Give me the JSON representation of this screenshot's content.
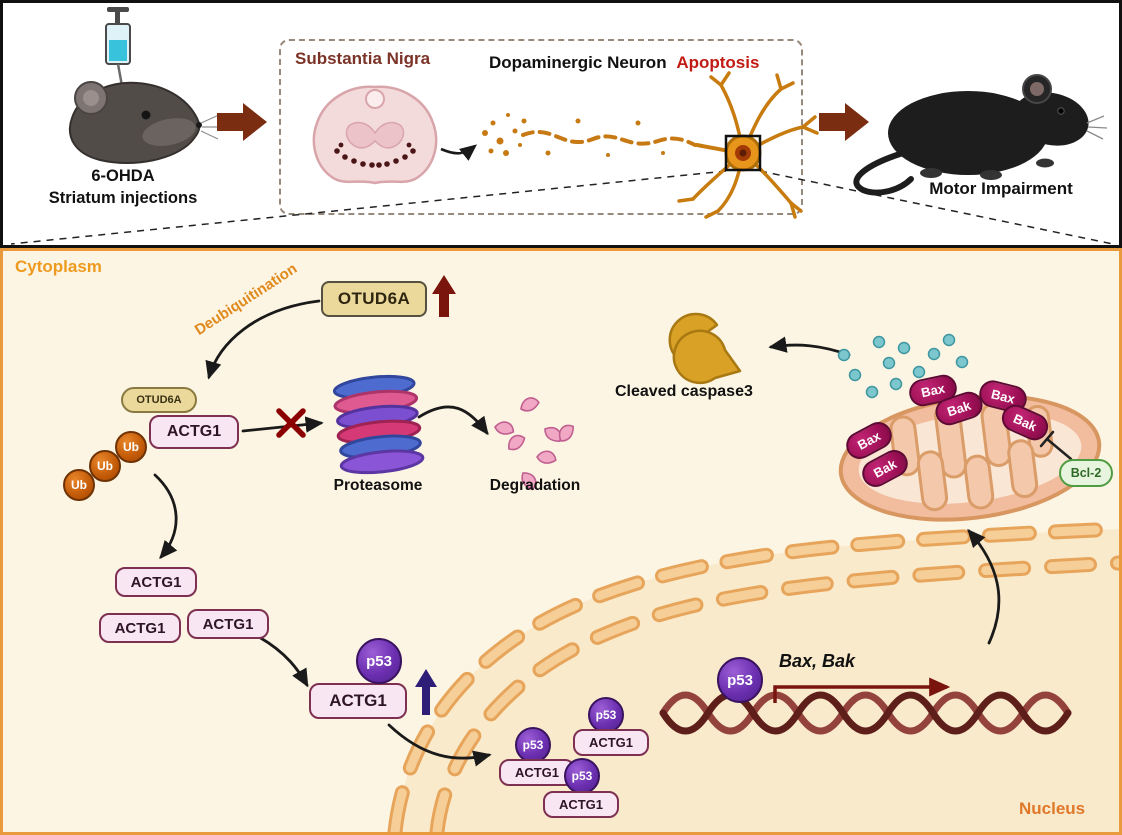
{
  "top_panel": {
    "injection_line1": "6-OHDA",
    "injection_line2": "Striatum injections",
    "substantia_nigra": "Substantia Nigra",
    "neuron": "Dopaminergic Neuron",
    "apoptosis": "Apoptosis",
    "motor": "Motor Impairment"
  },
  "pathway": {
    "cytoplasm": "Cytoplasm",
    "otud6a": "OTUD6A",
    "deubiquitination": "Deubiquitination",
    "actg1": "ACTG1",
    "ub": "Ub",
    "proteasome": "Proteasome",
    "degradation": "Degradation",
    "p53": "p53",
    "caspase3": "Cleaved caspase3",
    "bax": "Bax",
    "bak": "Bak",
    "bcl2": "Bcl-2",
    "gene": "Bax,  Bak",
    "nucleus": "Nucleus"
  },
  "icons": {
    "syringe-icon": "vertical syringe with blue liquid",
    "injection-mouse-icon": "gray mouse head receiving injection",
    "brain-section-icon": "pink midbrain section with dark substantia nigra dots",
    "neuron-icon": "orange dopaminergic neuron with degenerating axon",
    "mouse-motor-icon": "black mouse side view",
    "proteasome-icon": "stack of colored rings",
    "degradation-bits-icon": "pink peptide fragments",
    "dna-helix-icon": "dark red double helix",
    "mitochondria-icon": "salmon mitochondrion with cristae",
    "caspase3-pacman-icon": "two golden pac-man shapes",
    "cytochrome-dots-icon": "teal dots released from mitochondria",
    "block-x-icon": "red blocked cross",
    "up-arrow-icon": "increase arrow"
  },
  "colors": {
    "panel_border_orange": "#E89A3C",
    "cytoplasm_bg": "#FDF5E3",
    "nucleus_bg": "#FAEACC",
    "accent_orange": "#ED9A1F",
    "deubiquitination_orange": "#E08A1E",
    "apoptosis_red": "#C11B14",
    "substantia_maroon": "#7B3328",
    "dark_red_arrow": "#7A150D",
    "purple_arrow": "#2E1E78",
    "p53_purple": "#6B2FB0",
    "actg1_border": "#7E3052",
    "baxbak_magenta": "#9C0F55",
    "bcl2_green": "#4F9C42",
    "ub_orange": "#C25A08",
    "caspase_gold": "#D9A125",
    "cytochrome_teal": "#7CC7CE"
  }
}
